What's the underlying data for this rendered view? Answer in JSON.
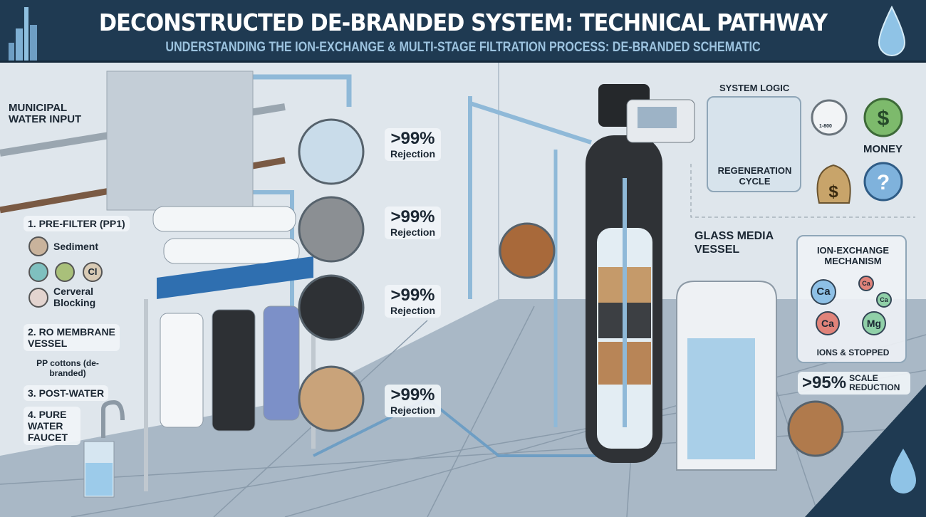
{
  "header": {
    "title": "DECONSTRUCTED DE-BRANDED SYSTEM: TECHNICAL PATHWAY",
    "subtitle": "UNDERSTANDING THE ION-EXCHANGE & MULTI-STAGE FILTRATION PROCESS: DE-BRANDED SCHEMATIC",
    "icons": [
      "city-skyline-icon",
      "water-drop-icon"
    ]
  },
  "left": {
    "input": "MUNICIPAL WATER INPUT",
    "stage1": "1. PRE-FILTER (PP1)",
    "sediment": "Sediment",
    "blocking": "Cerveral Blocking",
    "stage2": "2. RO MEMBRANE VESSEL",
    "pp": "PP cottons (de-branded)",
    "stage3": "3. POST-WATER",
    "stage4": "4. PURE WATER FAUCET",
    "chlorine": "Cl"
  },
  "rejections": [
    {
      "pct": ">99%",
      "label": "Rejection"
    },
    {
      "pct": ">99%",
      "label": "Rejection"
    },
    {
      "pct": ">99%",
      "label": "Rejection"
    },
    {
      "pct": ">99%",
      "label": "Rejection"
    }
  ],
  "right": {
    "logic_title": "SYSTEM LOGIC",
    "regen": "REGENERATION CYCLE",
    "gauge": "1-800",
    "money": "MONEY",
    "vessel": "GLASS MEDIA VESSEL",
    "ion_title": "ION-EXCHANGE MECHANISM",
    "ions": [
      "Ca",
      "Ca",
      "Ca",
      "Ca",
      "Mg"
    ],
    "ion_footer": "IONS & STOPPED",
    "scale_pct": ">95%",
    "scale_label": "SCALE REDUCTION"
  },
  "colors": {
    "header": "#1f3a52",
    "accent": "#9cc3df",
    "pipe": "#8fb9d8"
  }
}
